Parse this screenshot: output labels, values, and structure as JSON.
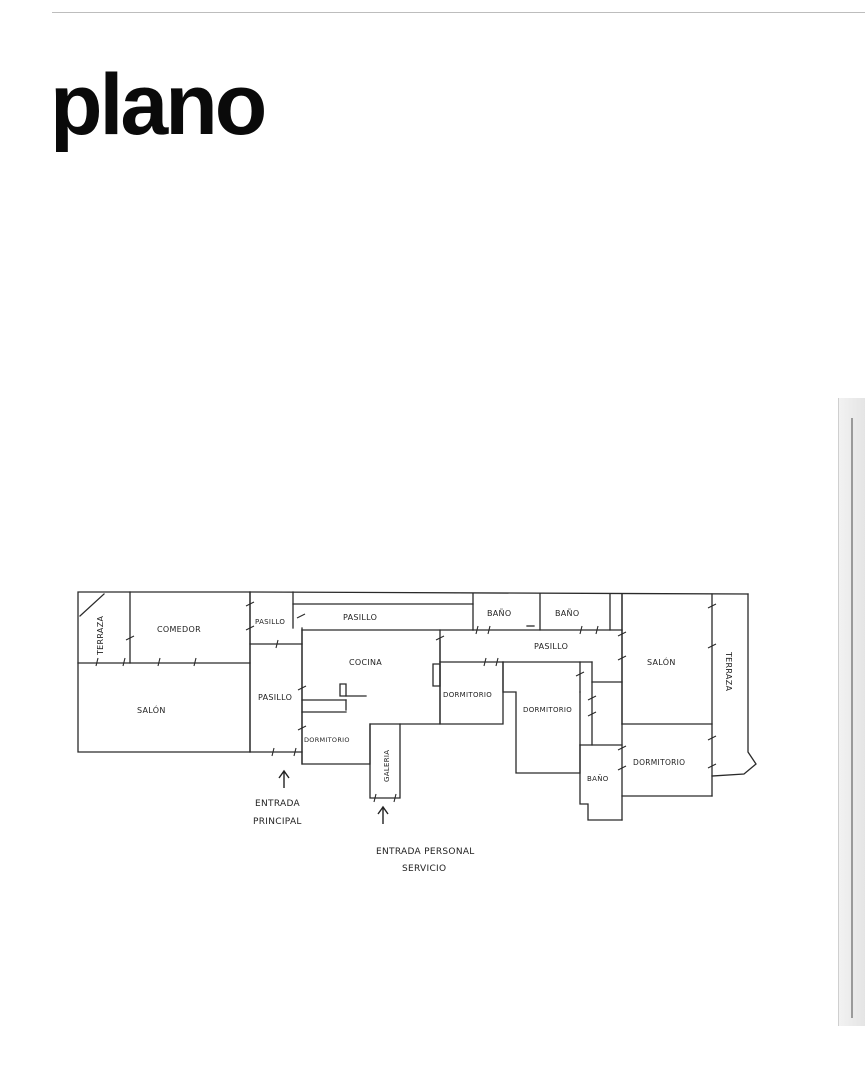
{
  "page": {
    "title": "plano"
  },
  "plan": {
    "rooms": {
      "terraza_left": "TERRAZA",
      "comedor": "COMEDOR",
      "pasillo_small": "PASILLO",
      "pasillo_top": "PASILLO",
      "bano_1": "BAÑO",
      "bano_2": "BAÑO",
      "salon_left": "SALÓN",
      "pasillo_mid": "PASILLO",
      "cocina": "COCINA",
      "pasillo_right": "PASILLO",
      "salon_right": "SALÓN",
      "terraza_right": "TERRAZA",
      "dormitorio_1": "DORMITORIO",
      "dormitorio_2": "DORMITORIO",
      "dormitorio_3": "DORMITORIO",
      "dormitorio_4": "DORMITORIO",
      "galeria": "GALERIA",
      "bano_3": "BAÑO"
    },
    "entrances": {
      "principal_line1": "ENTRADA",
      "principal_line2": "PRINCIPAL",
      "servicio_line1": "ENTRADA PERSONAL",
      "servicio_line2": "SERVICIO"
    }
  }
}
